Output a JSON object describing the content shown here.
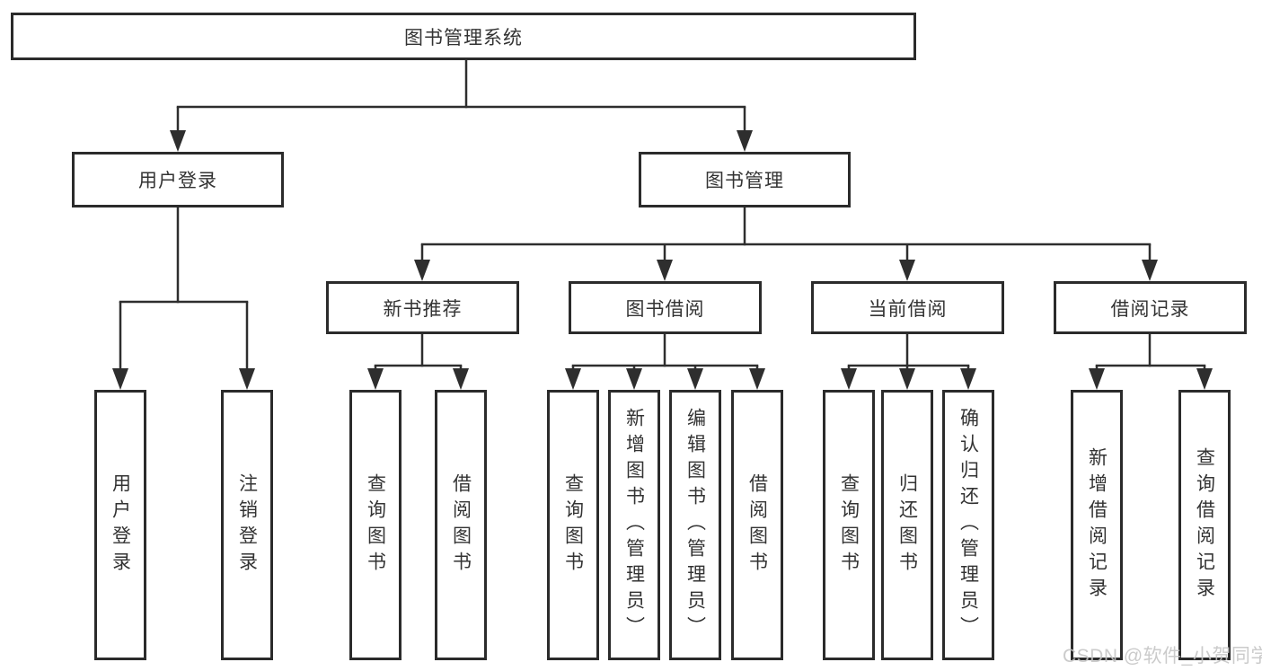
{
  "nodes": {
    "root": "图书管理系统",
    "level2": [
      "用户登录",
      "图书管理"
    ],
    "level3": [
      "新书推荐",
      "图书借阅",
      "当前借阅",
      "借阅记录"
    ],
    "leaves": [
      "用户登录",
      "注销登录",
      "查询图书",
      "借阅图书",
      "查询图书",
      "新增图书（管理员）",
      "编辑图书（管理员）",
      "借阅图书",
      "查询图书",
      "归还图书",
      "确认归还（管理员）",
      "新增借阅记录",
      "查询借阅记录"
    ]
  },
  "watermark": "CSDN @软件_小贺同学",
  "colors": {
    "line": "#2e2e2e",
    "box_border": "#2b2b2b",
    "text": "#333333",
    "background": "#ffffff",
    "watermark": "#c4c4c4"
  }
}
